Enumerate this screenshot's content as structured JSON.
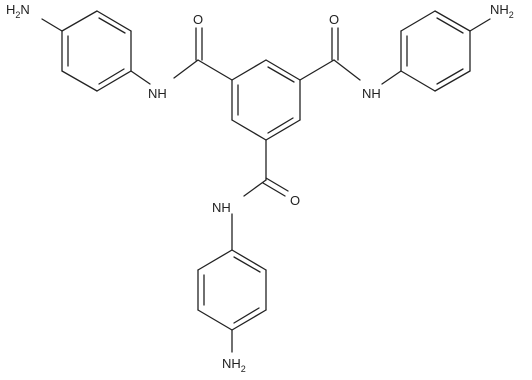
{
  "structure": {
    "atom_labels": {
      "amine_top_left": "H",
      "amine_top_left_sub": "2",
      "amine_top_left_n": "N",
      "amine_top_right_n": "N",
      "amine_top_right_h": "H",
      "amine_top_right_sub": "2",
      "amine_bottom_n": "N",
      "amine_bottom_h": "H",
      "amine_bottom_sub": "2",
      "amide_left": "NH",
      "amide_right": "NH",
      "amide_bottom": "NH",
      "carbonyl_left_o": "O",
      "carbonyl_right_o": "O",
      "carbonyl_bottom_o": "O"
    },
    "colors": {
      "bond": "#222222",
      "label": "#222222",
      "background": "#ffffff"
    }
  }
}
